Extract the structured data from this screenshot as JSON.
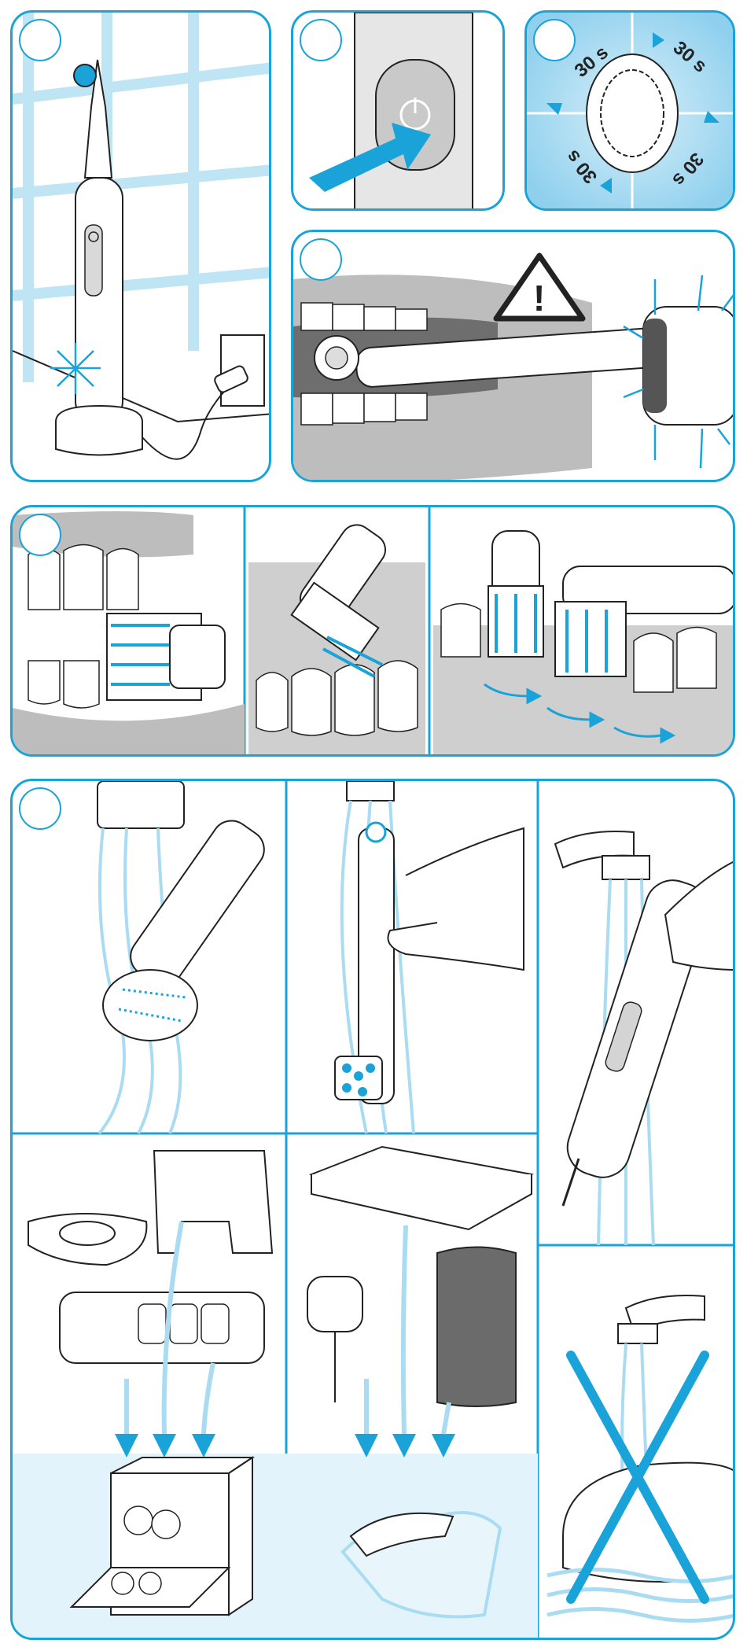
{
  "timer": {
    "q1": "30 s",
    "q2": "30 s",
    "q3": "30 s",
    "q4": "30 s"
  },
  "warning": {
    "symbol": "!"
  },
  "colors": {
    "accent": "#1aa3d8",
    "water": "#a9dcf2",
    "bg_tint": "#e2f3fb",
    "line": "#222222",
    "gray": "#cfcfcf"
  },
  "icons": [
    "power-icon",
    "warning-icon",
    "arrow-icon",
    "cross-icon"
  ]
}
